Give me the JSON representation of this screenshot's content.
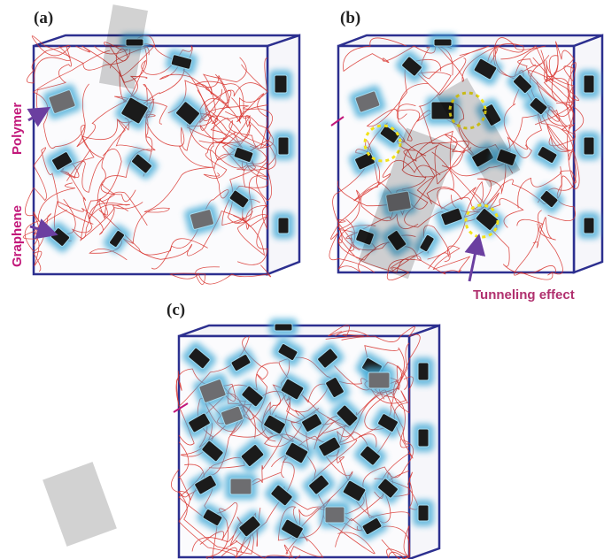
{
  "panels": [
    {
      "label": "(a)"
    },
    {
      "label": "(b)"
    },
    {
      "label": "(c)"
    }
  ],
  "annotations": {
    "polymer": "Polymer",
    "graphene": "Graphene",
    "tunneling": "Tunneling effect"
  },
  "colors": {
    "box_edge": "#2c2f8f",
    "polymer_chain": "#d8312b",
    "graphene_core": "#1b1b1b",
    "graphene_halo": "#3fa9d6",
    "tunnel_marker": "#f2e21a",
    "label_text": "#c2187a",
    "arrow": "#6b3fa0"
  }
}
